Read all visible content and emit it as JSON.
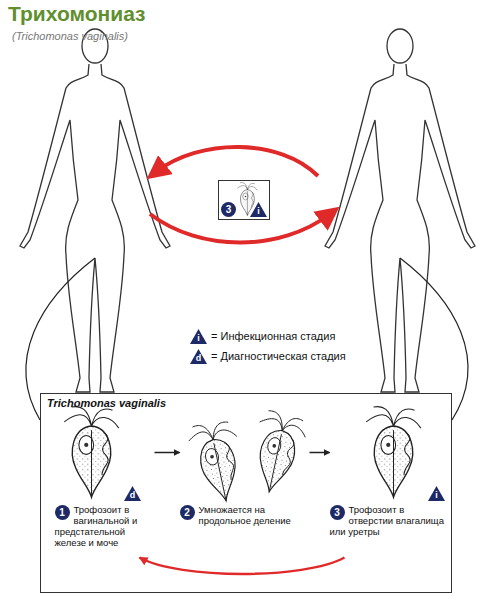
{
  "diagram": {
    "title": "Трихомониаз",
    "nodes": [
      {
        "text": [
          "3",
          "i"
        ]
      },
      {
        "text": [
          "Trichomonas vaginalis"
        ]
      },
      {
        "text": [
          "1",
          "Трофозоит в вагинальной и предстательной железе и моче"
        ],
        "in": 1
      },
      {
        "text": [
          "2",
          "Умножается на продольное деление"
        ],
        "in": 1
      },
      {
        "text": [
          "3",
          "Трофозоит в отверстии влагалища или уретры"
        ],
        "in": 1
      }
    ],
    "edges": [
      {
        "from": 2,
        "to": 3,
        "arrow": "to"
      },
      {
        "from": 3,
        "to": 4,
        "arrow": "to"
      },
      {
        "from": 4,
        "to": 2,
        "arrow": "to"
      }
    ],
    "labels": [
      "(Trichomonas vaginalis)",
      "i",
      "d",
      "d",
      "i"
    ],
    "legend": [
      {
        "text": "= Инфекционная стадия"
      },
      {
        "text": "= Диагностическая стадия"
      }
    ]
  }
}
